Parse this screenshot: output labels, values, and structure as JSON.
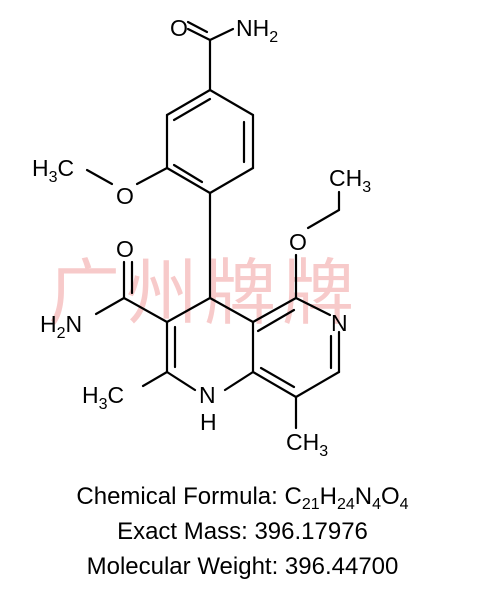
{
  "structure": {
    "atoms": {
      "o_amide_top": "O",
      "nh2_top": "NH",
      "nh2_top_sub": "2",
      "h3c_methoxy": "H",
      "h3c_methoxy_sub": "3",
      "h3c_methoxy_c": "C",
      "o_methoxy": "O",
      "ch3_ethoxy": "CH",
      "ch3_ethoxy_sub": "3",
      "o_ethoxy": "O",
      "o_amide_left": "O",
      "h2n_left": "H",
      "h2n_left_sub": "2",
      "h2n_left_n": "N",
      "n_ring": "N",
      "h3c_ring": "H",
      "h3c_ring_sub": "3",
      "h3c_ring_c": "C",
      "nh_n": "N",
      "nh_h": "H",
      "ch3_bottom": "CH",
      "ch3_bottom_sub": "3"
    }
  },
  "watermark": "广州牌牌",
  "info": {
    "formula_label": "Chemical Formula: ",
    "formula_parts": [
      {
        "t": "C",
        "s": "21"
      },
      {
        "t": "H",
        "s": "24"
      },
      {
        "t": "N",
        "s": "4"
      },
      {
        "t": "O",
        "s": "4"
      }
    ],
    "exact_mass": "Exact Mass: 396.17976",
    "molecular_weight": "Molecular Weight: 396.44700"
  },
  "colors": {
    "ink": "#000000",
    "watermark": "#f2a0a0",
    "background": "#ffffff"
  }
}
